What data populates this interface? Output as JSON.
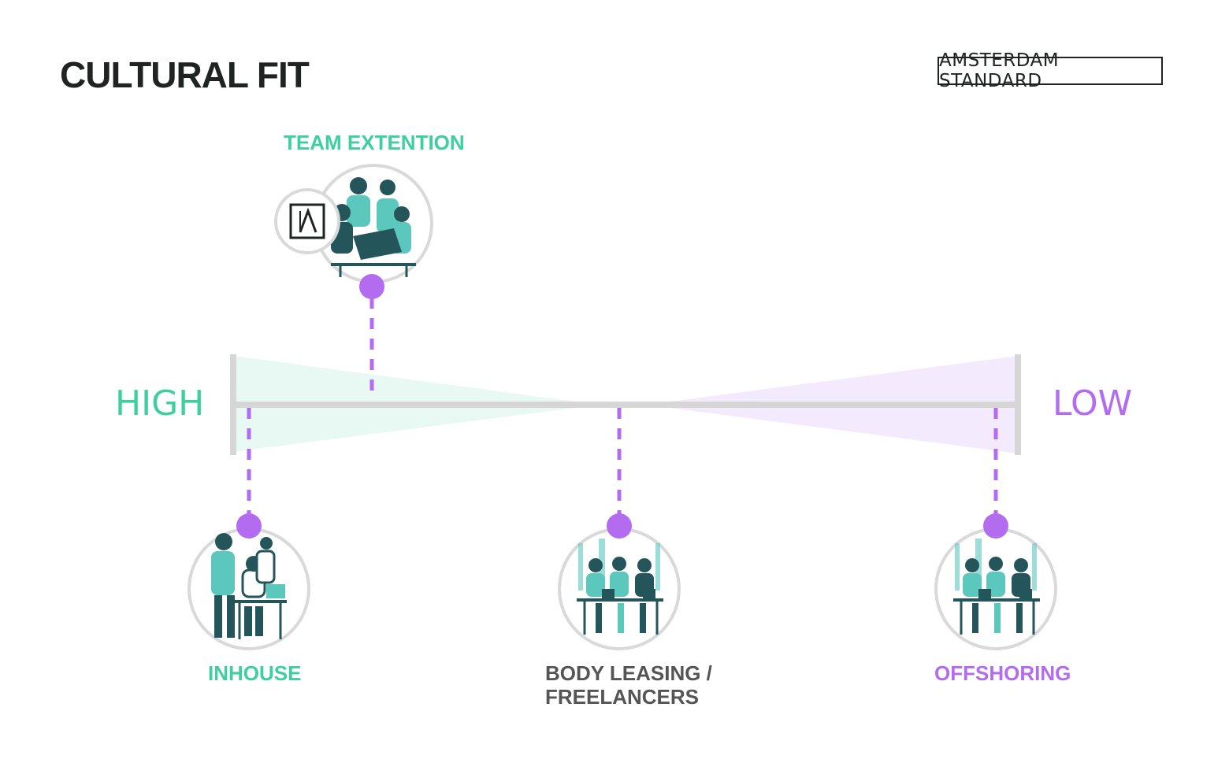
{
  "page": {
    "title": "CULTURAL FIT"
  },
  "logo": {
    "text": "AMSTERDAM STANDARD",
    "mark": "/\\"
  },
  "scale": {
    "high_label": "HIGH",
    "low_label": "LOW"
  },
  "items": [
    {
      "id": "team-extention",
      "label": "TEAM EXTENTION",
      "position": "above-bar"
    },
    {
      "id": "inhouse",
      "label": "INHOUSE",
      "position": "below-bar"
    },
    {
      "id": "body-leasing",
      "label_line1": "BODY LEASING /",
      "label_line2": "FREELANCERS",
      "position": "below-bar"
    },
    {
      "id": "offshoring",
      "label": "OFFSHORING",
      "position": "below-bar"
    }
  ],
  "colors": {
    "teal": "#3ecf9e",
    "purple": "#b36cf0",
    "bar_gray": "#d6d6d6",
    "dark": "#1f2322",
    "label_gray": "#555555",
    "illustration_teal": "#5cc7bc",
    "illustration_dark": "#24555a"
  }
}
